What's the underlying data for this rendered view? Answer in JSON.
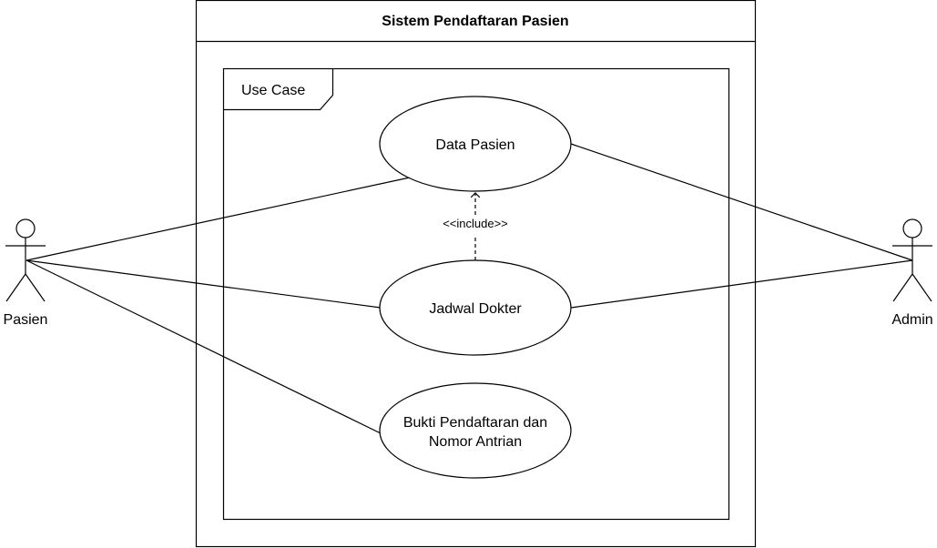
{
  "system": {
    "title": "Sistem Pendaftaran Pasien"
  },
  "frame": {
    "label": "Use Case"
  },
  "use_cases": {
    "data_pasien": "Data Pasien",
    "jadwal_dokter": "Jadwal Dokter",
    "bukti_line1": "Bukti Pendaftaran dan",
    "bukti_line2": "Nomor Antrian"
  },
  "actors": {
    "pasien": "Pasien",
    "admin": "Admin"
  },
  "relations": {
    "include_label": "<<include>>"
  },
  "colors": {
    "stroke": "#000000",
    "background": "#ffffff"
  }
}
